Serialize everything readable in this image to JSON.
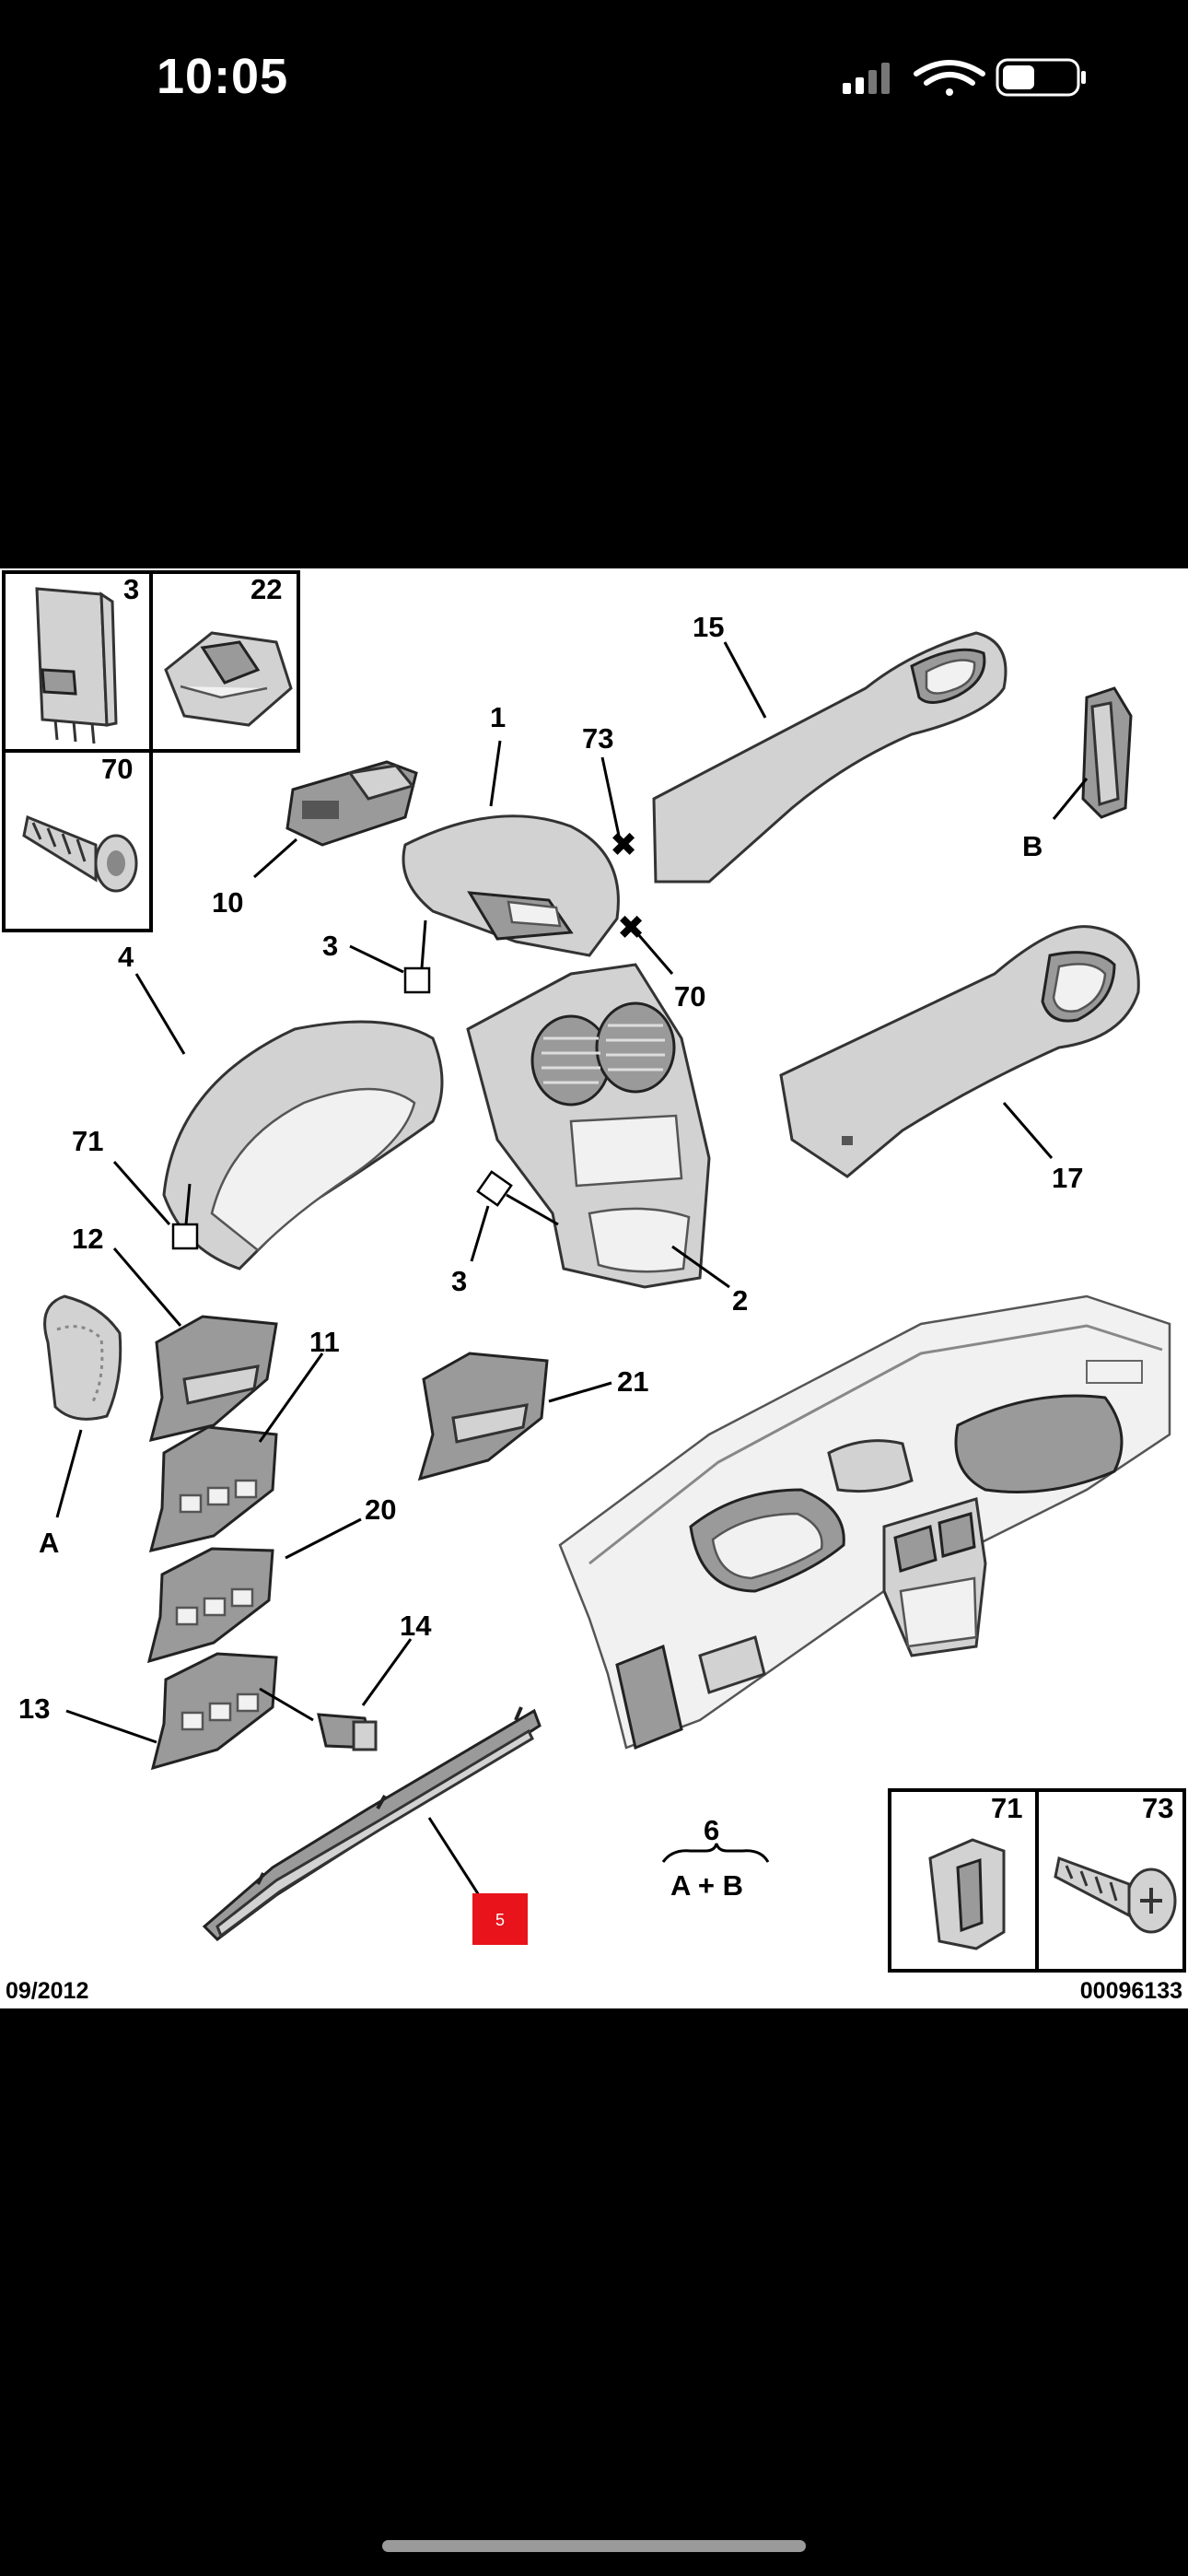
{
  "status_bar": {
    "time": "10:05",
    "icons": [
      "signal-icon",
      "wifi-icon",
      "battery-icon"
    ]
  },
  "diagram": {
    "date_code": "09/2012",
    "reference_number": "00096133",
    "highlight_color": "#e8131b",
    "callouts": {
      "c1": "1",
      "c2": "2",
      "c3a": "3",
      "c3b": "3",
      "c4": "4",
      "c10": "10",
      "c11": "11",
      "c12": "12",
      "c13": "13",
      "c14": "14",
      "c15": "15",
      "c17": "17",
      "c20": "20",
      "c21": "21",
      "c70": "70",
      "c71": "71",
      "c73": "73",
      "cA": "A",
      "cB": "B"
    },
    "highlighted_callout": "5",
    "kit": {
      "number": "6",
      "contents": "A + B"
    },
    "inset_top": {
      "cell_3": "3",
      "cell_22": "22",
      "cell_70": "70"
    },
    "inset_bottom": {
      "cell_71": "71",
      "cell_73": "73"
    }
  }
}
